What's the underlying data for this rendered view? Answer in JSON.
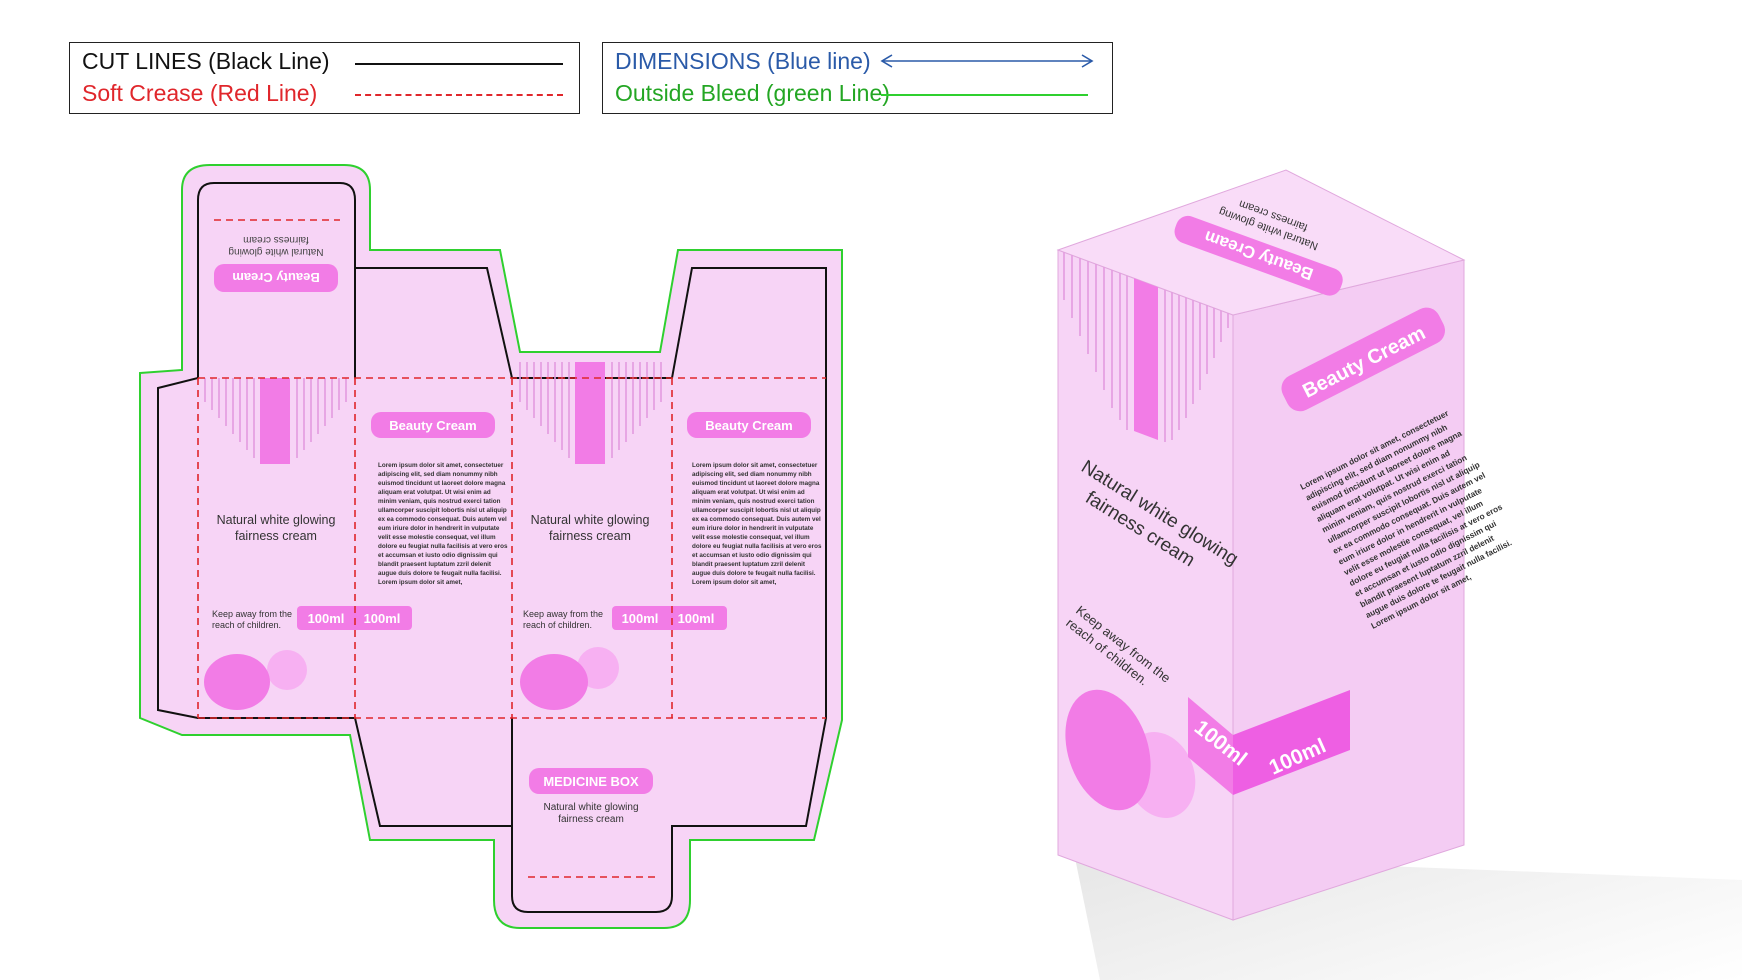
{
  "legend": {
    "cut_label": "CUT LINES (Black Line)",
    "crease_label": "Soft Crease (Red Line)",
    "dimensions_label": "DIMENSIONS (Blue line)",
    "bleed_label": "Outside Bleed (green Line)"
  },
  "colors": {
    "cut": "#111111",
    "crease": "#e0262b",
    "dimension": "#2a5aa8",
    "bleed": "#2fd02f",
    "panel": "#f7d4f6",
    "accent": "#f27ce6",
    "accent_dark": "#ee5fe3",
    "text": "#333333"
  },
  "dieline": {
    "top_flap_title": "Beauty Cream",
    "top_flap_subtitle_1": "Natural white glowing",
    "top_flap_subtitle_2": "fairness cream",
    "front_line_1": "Natural white glowing",
    "front_line_2": "fairness cream",
    "side_title": "Beauty Cream",
    "body_lines": [
      "Lorem ipsum dolor sit amet, consectetuer",
      "adipiscing elit, sed diam nonummy nibh",
      "euismod tincidunt ut laoreet dolore magna",
      "aliquam erat volutpat. Ut wisi enim ad",
      "minim veniam, quis nostrud exerci tation",
      "ullamcorper suscipit lobortis nisl ut aliquip",
      "ex ea commodo consequat. Duis autem vel",
      "eum iriure dolor in hendrerit in vulputate",
      "velit esse molestie consequat, vel illum",
      "dolore eu feugiat nulla facilisis at vero eros",
      "et accumsan et iusto odio dignissim qui",
      "blandit praesent luptatum zzril delenit",
      "augue duis dolore te feugait nulla facilisi.",
      "Lorem ipsum dolor sit amet,"
    ],
    "warning_1": "Keep away from the",
    "warning_2": "reach of children.",
    "volume": "100ml",
    "bottom_title": "MEDICINE BOX",
    "bottom_line_1": "Natural white glowing",
    "bottom_line_2": "fairness cream"
  },
  "box3d": {
    "top_title": "Beauty Cream",
    "top_sub_1": "Natural white glowing",
    "top_sub_2": "fairness cream",
    "side_title": "Beauty Cream",
    "front_line_1": "Natural white glowing",
    "front_line_2": "fairness cream",
    "warning_1": "Keep away from the",
    "warning_2": "reach of children.",
    "volume": "100ml"
  }
}
